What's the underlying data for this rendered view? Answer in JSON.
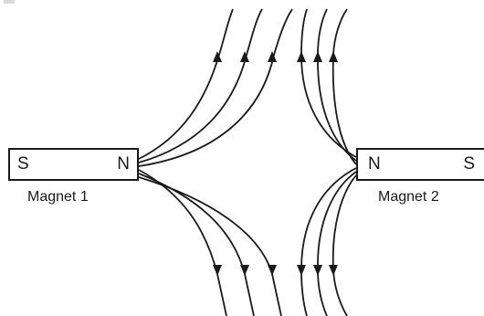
{
  "magnet_1": {
    "south_label": "S",
    "north_label": "N",
    "caption": "Magnet 1"
  },
  "magnet_2": {
    "north_label": "N",
    "south_label": "S",
    "caption": "Magnet 2"
  },
  "colors": {
    "line": "#1a1a1a",
    "background": "#ffffff"
  }
}
